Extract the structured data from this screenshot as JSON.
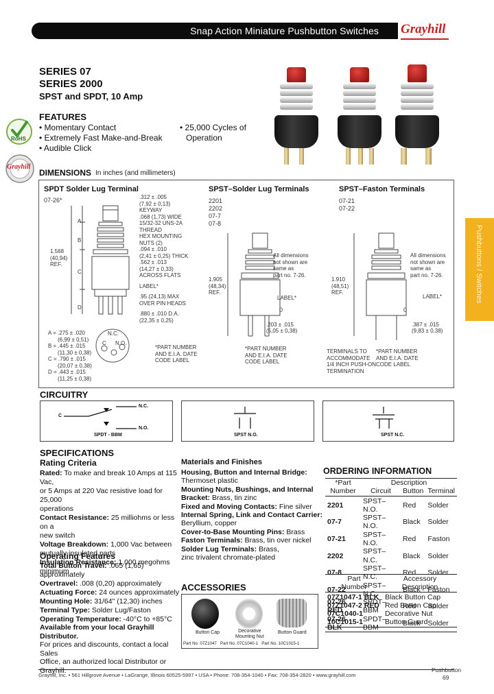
{
  "header": {
    "title": "Snap Action Miniature Pushbutton Switches",
    "logo": "Grayhill"
  },
  "series": {
    "line1": "SERIES 07",
    "line2": "SERIES 2000",
    "subtitle": "SPST and SPDT, 10 Amp"
  },
  "features": {
    "heading": "FEATURES",
    "left": [
      "• Momentary Contact",
      "• Extremely Fast Make-and-Break",
      "• Audible Click"
    ],
    "right": [
      "• 25,000 Cycles of",
      "Operation"
    ]
  },
  "badges": {
    "rohs": "RoHS",
    "grayhill": "Grayhill"
  },
  "side_tab": "Pushbuttons / Switches",
  "dimensions": {
    "heading": "DIMENSIONS",
    "units": "In inches (and millimeters)",
    "columns": [
      {
        "title": "SPDT Solder Lug Terminal",
        "parts": [
          "07-26*"
        ]
      },
      {
        "title": "SPST–Solder Lug Terminals",
        "parts": [
          "2201",
          "2202",
          "07-7",
          "07-8"
        ]
      },
      {
        "title": "SPST–Faston Terminals",
        "parts": [
          "07-21",
          "07-22"
        ]
      }
    ],
    "spdt_callouts": [
      ".312 ± .005",
      "(7,92 ± 0,13)",
      "KEYWAY",
      ".068 (1,73) WIDE",
      "15/32-32 UNS-2A",
      "THREAD",
      "HEX MOUNTING",
      "NUTS (2)",
      ".094 ± .010",
      "(2,41 ± 0,25) THICK",
      ".562 ± .013",
      "(14,27 ± 0,33)",
      "ACROSS FLATS",
      "LABEL*",
      ".95 (24,13) MAX",
      "OVER PIN HEADS",
      ".880 ± .010 D.A.",
      "(22,35 ± 0,25)"
    ],
    "spdt_height": [
      "1.568",
      "(40,94)",
      "REF."
    ],
    "spdt_letters": [
      "A",
      "B",
      "C",
      "D"
    ],
    "spdt_table": [
      "A = .275 ± .020",
      "(6,99 ± 0,51)",
      "B = .445 ± .015",
      "(11,30 ± 0,38)",
      "C = .790 ± .015",
      "(20,07 ± 0,38)",
      "D = .443 ± .015",
      "(11,25 ± 0,38)"
    ],
    "spdt_pins": [
      "N.C.",
      "C",
      "N.O."
    ],
    "spdt_note": [
      "*PART NUMBER",
      "AND E.I.A. DATE",
      "CODE LABEL"
    ],
    "spst_sl_note": [
      "All dimensions",
      "not shown are",
      "same as",
      "part no. 7-26."
    ],
    "spst_sl_height": [
      "1.905",
      "(48,34)",
      "REF."
    ],
    "spst_sl_callouts": [
      "LABEL*",
      ".203 ± .015",
      "(5,05 ± 0,38)"
    ],
    "spst_sl_label": [
      "*PART NUMBER",
      "AND E.I.A. DATE",
      "CODE LABEL"
    ],
    "faston_note": [
      "All dimensions",
      "not shown are",
      "same as",
      "part no. 7-26."
    ],
    "faston_height": [
      "1.910",
      "(48,51)",
      "REF."
    ],
    "faston_callouts": [
      "LABEL*",
      ".387 ± .015",
      "(9,83 ± 0,38)"
    ],
    "faston_terms": [
      "TERMINALS TO",
      "ACCOMMODATE",
      "1/4 INCH PUSH-ON",
      "TERMINATION"
    ],
    "faston_label": [
      "*PART NUMBER",
      "AND E.I.A. DATE",
      "CODE LABEL"
    ],
    "label_zero": "0"
  },
  "circuitry": {
    "heading": "CIRCUITRY",
    "spdt": {
      "c": "C",
      "nc": "N.C.",
      "no": "N.O.",
      "caption": "SPDT - BBM"
    },
    "spst_no": "SPST N.O.",
    "spst_nc": "SPST N.C."
  },
  "specifications": {
    "heading": "SPECIFICATIONS",
    "rating_heading": "Rating Criteria",
    "rating_lines": [
      [
        "Rated:",
        " To make and break 10 Amps at 115 Vac,"
      ],
      [
        "",
        "or 5 Amps at 220 Vac resistive load for 25,000"
      ],
      [
        "",
        "operations"
      ],
      [
        "Contact Resistance:",
        " 25 milliohms or less on a"
      ],
      [
        "",
        "new switch"
      ],
      [
        "Voltage Breakdown:",
        " 1,000 Vac between"
      ],
      [
        "",
        "mutually insulated parts"
      ],
      [
        "Insulation Resistance:",
        " 1,000 megohms"
      ],
      [
        "",
        "minimum"
      ]
    ],
    "operating_heading": "Operating Features",
    "operating_lines": [
      [
        "Total Button Travel:",
        " .065 (1,65) approximately"
      ],
      [
        "Overtravel:",
        " .008 (0,20) approximately"
      ],
      [
        "Actuating Force:",
        " 24 ounces approximately"
      ],
      [
        "Mounting Hole:",
        " 31/64\" (12,30) inches"
      ],
      [
        "Terminal Type:",
        " Solder Lug/Faston"
      ],
      [
        "Operating Temperature:",
        " -40°C to +85°C"
      ]
    ]
  },
  "materials": {
    "heading": "Materials and Finishes",
    "lines": [
      [
        "Housing, Button and Internal Bridge:",
        ""
      ],
      [
        "",
        "Thermoset plastic"
      ],
      [
        "Mounting Nuts, Bushings, and Internal",
        ""
      ],
      [
        "Bracket:",
        " Brass, tin zinc"
      ],
      [
        "Fixed and Moving Contacts:",
        " Fine silver"
      ],
      [
        "Internal Spring, Link and Contact Carrier:",
        ""
      ],
      [
        "",
        "Beryllium, copper"
      ],
      [
        "Cover-to-Base Mounting Pins:",
        " Brass"
      ],
      [
        "Faston Terminals:",
        " Brass, tin over nickel"
      ],
      [
        "Solder Lug Terminals:",
        " Brass,"
      ],
      [
        "",
        "zinc trivalent chromate-plated"
      ]
    ]
  },
  "ordering": {
    "heading": "ORDERING INFORMATION",
    "col_part": [
      "*Part",
      "Number"
    ],
    "col_desc": "Description",
    "sub_cols": [
      "Circuit",
      "Button",
      "Terminal"
    ],
    "rows": [
      [
        "2201",
        "SPST–N.O.",
        "Red",
        "Solder"
      ],
      [
        "07-7",
        "SPST–N.O.",
        "Black",
        "Solder"
      ],
      [
        "07-21",
        "SPST–N.O.",
        "Red",
        "Faston"
      ],
      [
        "2202",
        "SPST–N.C.",
        "Black",
        "Solder"
      ],
      [
        "07-8",
        "SPST–N.C.",
        "Red",
        "Solder"
      ],
      [
        "07-22",
        "SPST–N.C.",
        "Black",
        "Faston"
      ],
      [
        "07-26 RED",
        "SPDT–BBM",
        "Red",
        "Solder"
      ],
      [
        "07-26 BLK",
        "SPDT–BBM",
        "Black",
        "Solder"
      ]
    ]
  },
  "accessories": {
    "heading": "ACCESSORIES",
    "items": [
      {
        "name": "Button Cap",
        "part": "Part No. 07Z1047"
      },
      {
        "name": "Decorative Mounting Nut",
        "part": "Part No. 07C1040-1"
      },
      {
        "name": "Button Guard",
        "part": "Part No. 10C1015-1"
      }
    ],
    "names": [
      "Button Cap",
      "Decorative",
      "Mounting Nut",
      "Button Guard"
    ],
    "table_head": {
      "part": [
        "Part",
        "Number"
      ],
      "desc": [
        "Accessory",
        "Description"
      ]
    },
    "table_rows": [
      [
        "07Z1047-1 BLK",
        "Black Button Cap"
      ],
      [
        "07Z1047-2 RED",
        "Red Button Cap"
      ],
      [
        "07C1040-1",
        "Decorative Nut"
      ],
      [
        "10C1015-1",
        "Button Guard"
      ]
    ]
  },
  "distributor": [
    "Available from your local Grayhill Distributor.",
    "For prices and discounts, contact a local Sales",
    "Office, an authorized local Distributor or Grayhill."
  ],
  "footer": {
    "address": "Grayhill, Inc. • 561 Hillgrove Avenue • LaGrange, Illinois 60525-5997 • USA • Phone: 708-354-1040 • Fax: 708-354-2820 • www.grayhill.com",
    "section": "Pushbutton",
    "page": "69"
  }
}
